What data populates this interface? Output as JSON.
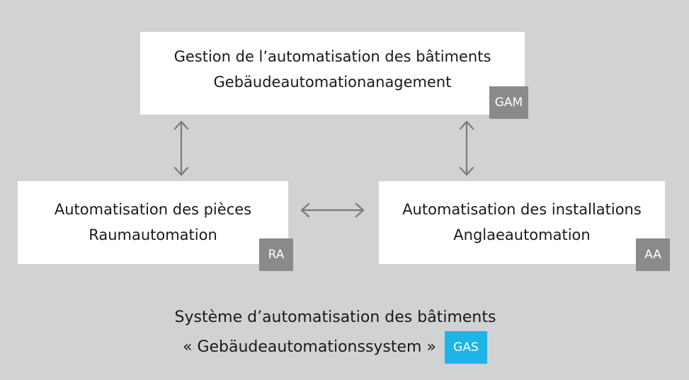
{
  "nodes": {
    "gam": {
      "line1": "Gestion de l’automatisation des bâtiments",
      "line2": "Gebäudeautomationanagement",
      "badge": "GAM"
    },
    "ra": {
      "line1": "Automatisation des pièces",
      "line2": "Raumautomation",
      "badge": "RA"
    },
    "aa": {
      "line1": "Automatisation des installations",
      "line2": "Anglaeautomation",
      "badge": "AA"
    }
  },
  "caption": {
    "line1": "Système d’automatisation des bâtiments",
    "line2": "« Gebäudeautomationssystem »",
    "badge": "GAS"
  },
  "colors": {
    "background": "#d1d2d4",
    "box": "#ffffff",
    "badge_gray": "#8a8a8a",
    "badge_blue": "#1eb4e6",
    "arrow": "#7a7a7a"
  },
  "edges": [
    {
      "from": "gam",
      "to": "ra",
      "direction": "both"
    },
    {
      "from": "gam",
      "to": "aa",
      "direction": "both"
    },
    {
      "from": "ra",
      "to": "aa",
      "direction": "both"
    }
  ]
}
